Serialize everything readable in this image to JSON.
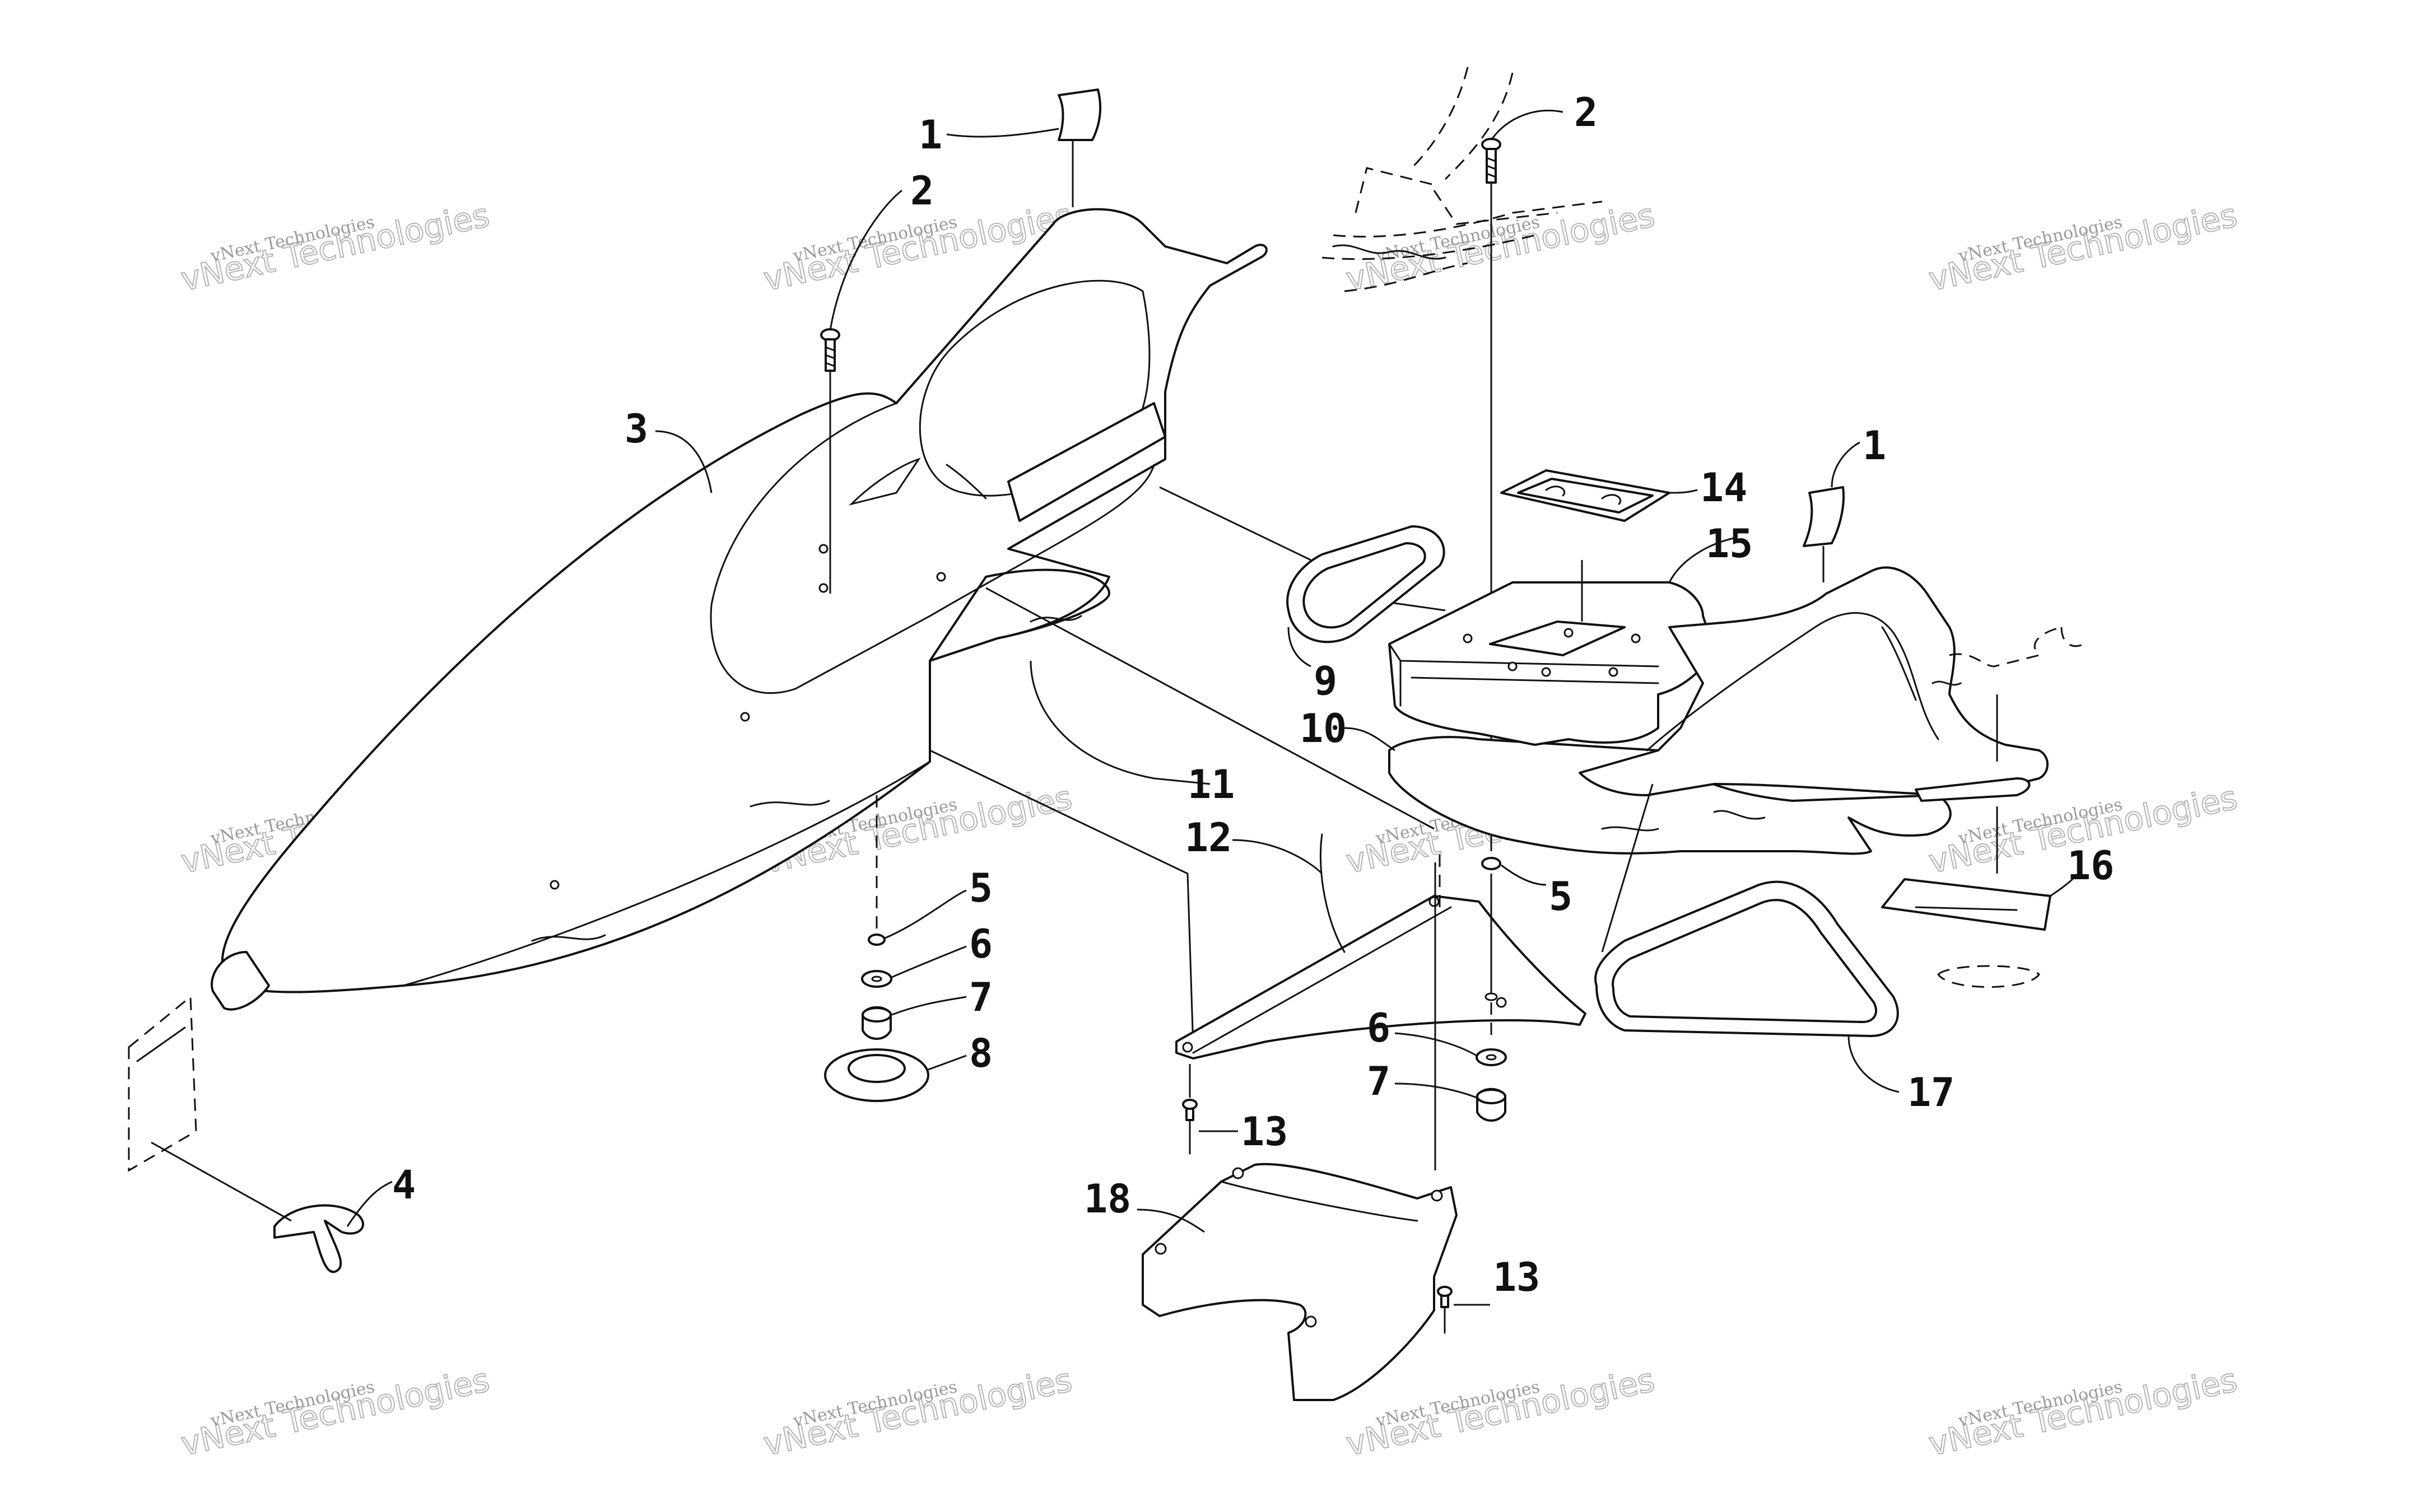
{
  "callouts": {
    "c1_top": "1",
    "c2_left": "2",
    "c2_right": "2",
    "c1_right": "1",
    "c3": "3",
    "c4": "4",
    "c5_left": "5",
    "c6_left": "6",
    "c7_left": "7",
    "c8": "8",
    "c9": "9",
    "c10": "10",
    "c11": "11",
    "c12": "12",
    "c13_left": "13",
    "c13_right": "13",
    "c14": "14",
    "c15": "15",
    "c16": "16",
    "c17": "17",
    "c18": "18",
    "c5_right": "5",
    "c6_right": "6",
    "c7_right": "7"
  },
  "watermark": {
    "small": "vNext Technologies",
    "big": "vNext Technologies"
  },
  "colors": {
    "line": "#111111",
    "background": "#ffffff",
    "watermark": "#9a9a9a"
  }
}
